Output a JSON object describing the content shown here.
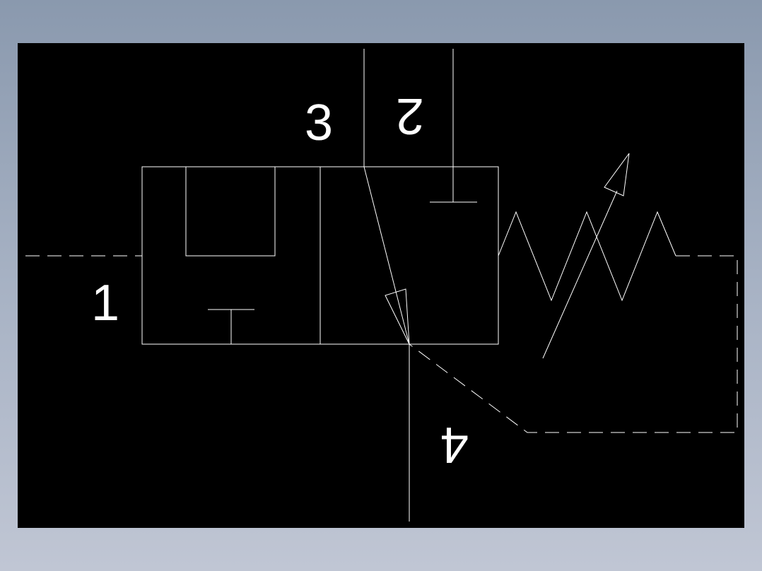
{
  "colors": {
    "background_top": "#8a99ae",
    "background_bottom": "#c0c6d4",
    "viewport": "#000000",
    "stroke": "#ffffff"
  },
  "ports": {
    "port_1": "1",
    "port_2": "2",
    "port_3": "3",
    "port_4": "4"
  }
}
